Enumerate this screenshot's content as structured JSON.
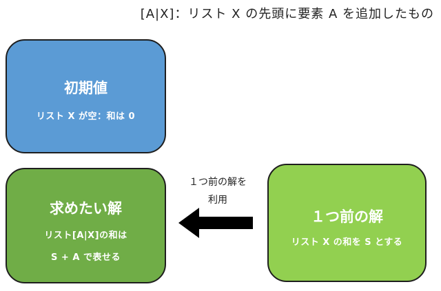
{
  "header_note": "[A|X]：リスト X の先頭に要素 A を追加したもの",
  "boxes": {
    "initial": {
      "title": "初期値",
      "desc": "リスト X が空：和は 0",
      "color": "#5b9bd5"
    },
    "target": {
      "title": "求めたい解",
      "desc_lines": [
        "リスト[A|X]の和は",
        "S + A で表せる"
      ],
      "color": "#70ad47"
    },
    "previous": {
      "title": "１つ前の解",
      "desc": "リスト X の和を S とする",
      "color": "#92d050"
    }
  },
  "arrow": {
    "label_lines": [
      "１つ前の解を",
      "利用"
    ],
    "direction": "left",
    "color": "#000000"
  }
}
